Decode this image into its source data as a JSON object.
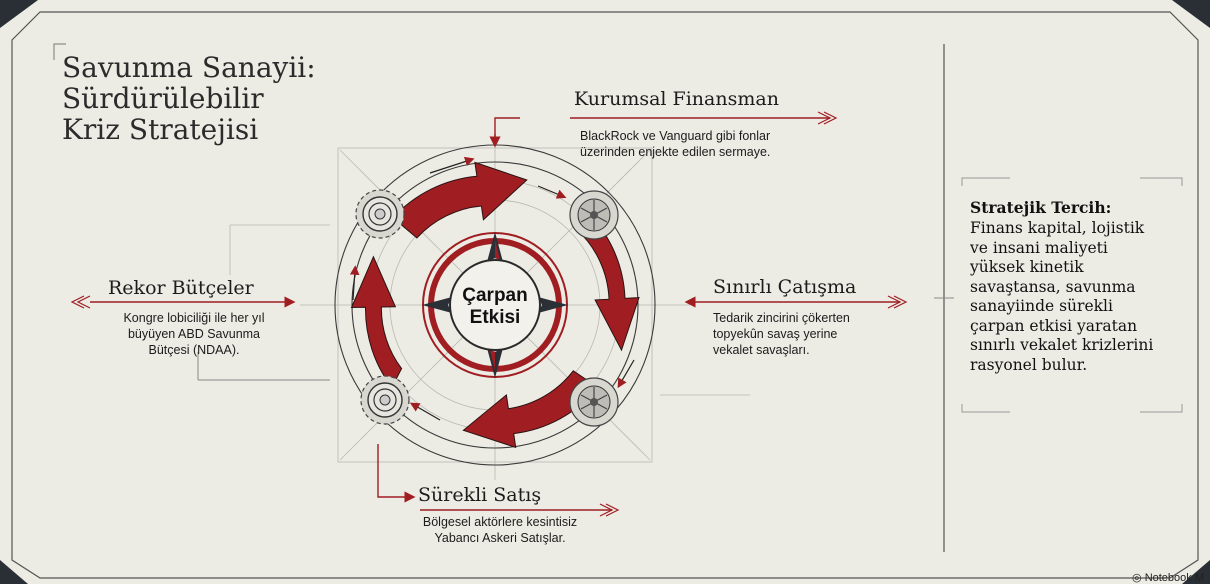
{
  "title": {
    "lines": [
      "Savunma Sanayii:",
      "Sürdürülebilir",
      "Kriz Stratejisi"
    ]
  },
  "center": {
    "lines": [
      "Çarpan",
      "Etkisi"
    ]
  },
  "nodes": {
    "kurumsal": {
      "heading": "Kurumsal Finansman",
      "desc": [
        "BlackRock ve Vanguard gibi fonlar",
        "üzerinden enjekte edilen sermaye."
      ]
    },
    "sinirli": {
      "heading": "Sınırlı Çatışma",
      "desc": [
        "Tedarik zincirini çökerten",
        "topyekûn savaş yerine",
        "vekalet savaşları."
      ]
    },
    "surekli": {
      "heading": "Sürekli Satış",
      "desc": [
        "Bölgesel aktörlere kesintisiz",
        "Yabancı Askeri Satışlar."
      ]
    },
    "rekor": {
      "heading": "Rekor Bütçeler",
      "desc": [
        "Kongre lobiciliği ile her yıl",
        "büyüyen ABD Savunma",
        "Bütçesi (NDAA)."
      ]
    }
  },
  "sidebar": {
    "title": "Stratejik Tercih:",
    "lines": [
      "Finans kapital, lojistik",
      "ve insani maliyeti",
      "yüksek kinetik",
      "savaştansa, savunma",
      "sanayiinde sürekli",
      "çarpan etkisi yaratan",
      "sınırlı vekalet krizlerini",
      "rasyonel bulur."
    ]
  },
  "watermark": "Notebook M",
  "colors": {
    "background": "#ecebe4",
    "accent": "#a01e22",
    "ink": "#1c1c1c",
    "line": "#9a9a94"
  },
  "icons": [
    "gear-icon",
    "turbine-icon",
    "compass-rose-icon",
    "cycle-arrow-icon"
  ]
}
